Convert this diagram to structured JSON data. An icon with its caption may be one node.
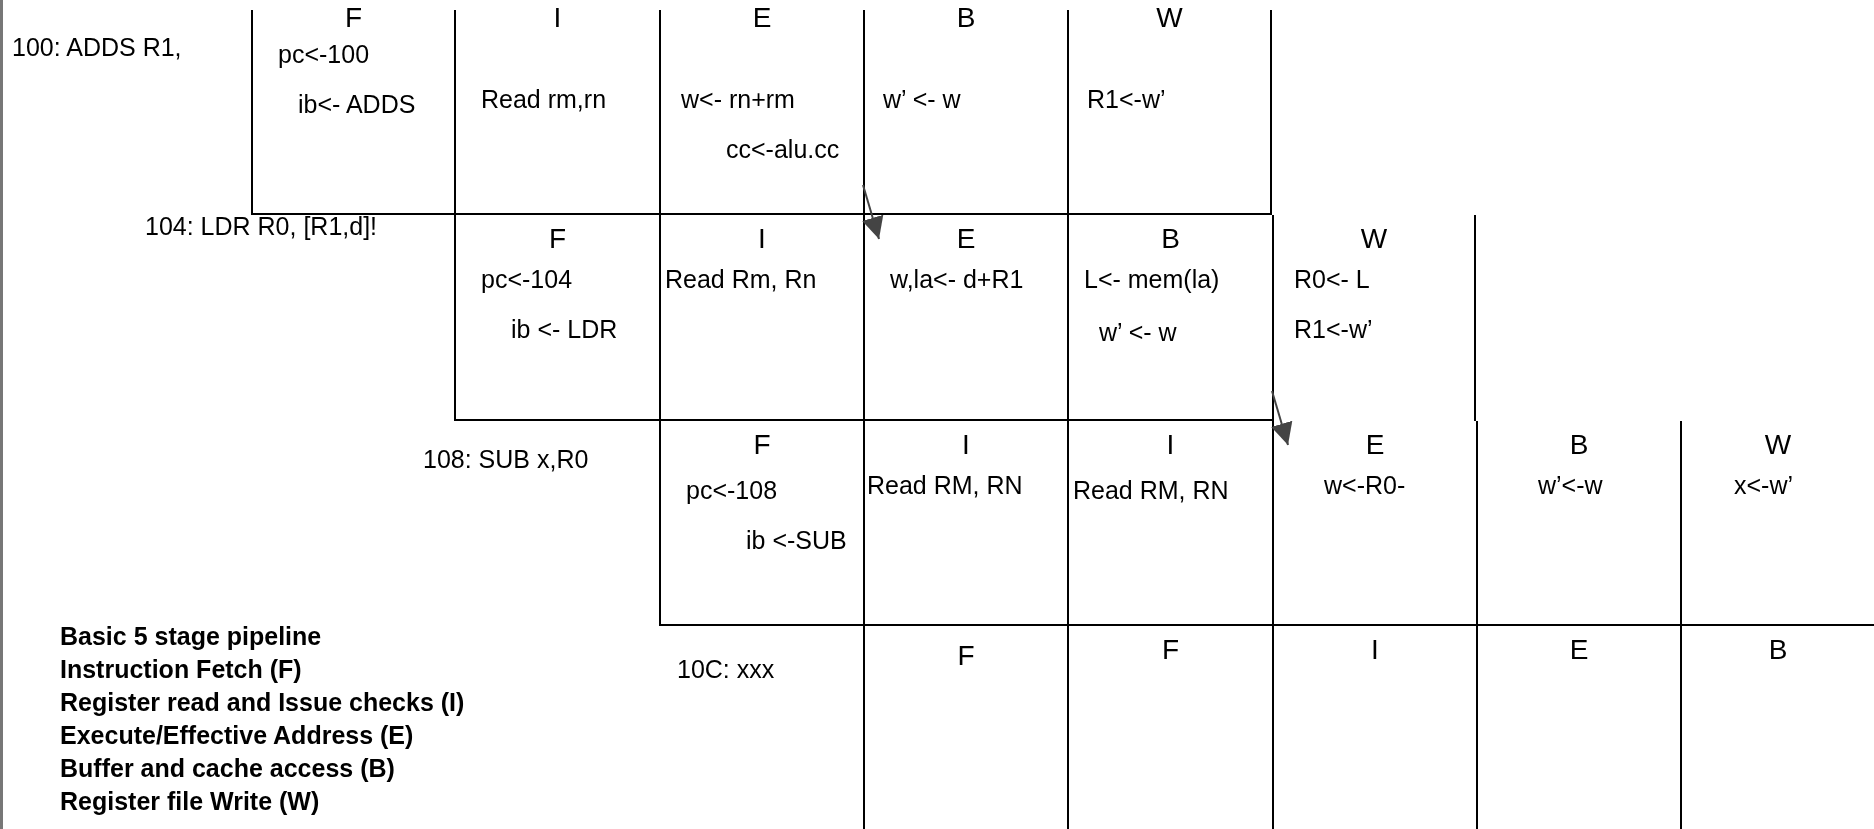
{
  "diagram": {
    "nodes": [
      {
        "text": [
          "F",
          "pc<-100",
          "ib<- ADDS"
        ]
      },
      {
        "text": [
          "I",
          "Read rm,rn"
        ]
      },
      {
        "text": [
          "E",
          "w<- rn+rm",
          "cc<-alu.cc"
        ]
      },
      {
        "text": [
          "B",
          "w’ <- w"
        ]
      },
      {
        "text": [
          "W",
          "R1<-w’"
        ]
      },
      {
        "text": [
          "F",
          "pc<-104",
          "ib <- LDR"
        ]
      },
      {
        "text": [
          "I",
          "Read Rm, Rn"
        ]
      },
      {
        "text": [
          "E",
          "w,la<- d+R1"
        ]
      },
      {
        "text": [
          "B",
          "L<- mem(la)",
          "w’ <- w"
        ]
      },
      {
        "text": [
          "W",
          "R0<- L",
          "R1<-w’"
        ]
      },
      {
        "text": [
          "F",
          "pc<-108",
          "ib <-SUB"
        ]
      },
      {
        "text": [
          "I",
          "Read RM, RN"
        ]
      },
      {
        "text": [
          "I",
          "Read RM, RN"
        ]
      },
      {
        "text": [
          "E",
          "w<-R0-"
        ]
      },
      {
        "text": [
          "B",
          "w’<-w"
        ]
      },
      {
        "text": [
          "W",
          "x<-w’"
        ]
      },
      {
        "text": [
          "F"
        ]
      },
      {
        "text": [
          "F"
        ]
      },
      {
        "text": [
          "I"
        ]
      },
      {
        "text": [
          "E"
        ]
      },
      {
        "text": [
          "B"
        ]
      }
    ],
    "edges": [
      {
        "from": 2,
        "to": 7,
        "arrow": "to"
      },
      {
        "from": 8,
        "to": 13,
        "arrow": "to"
      }
    ],
    "labels": [
      "100:  ADDS R1,",
      "104:  LDR R0, [R1,d]!",
      "108:  SUB x,R0",
      "10C: xxx",
      "Basic 5 stage pipeline",
      "Instruction Fetch (F)",
      "Register read and Issue checks (I)",
      "Execute/Effective Address (E)",
      "Buffer and cache access (B)",
      "Register file Write (W)"
    ]
  }
}
